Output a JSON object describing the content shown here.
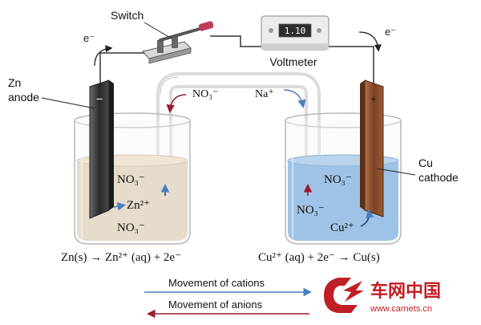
{
  "labels": {
    "switch": "Switch",
    "voltmeter": "Voltmeter",
    "voltage": "1.10",
    "electron_left": "e⁻",
    "electron_right": "e⁻",
    "zn_anode_line1": "Zn",
    "zn_anode_line2": "anode",
    "cu_cathode_line1": "Cu",
    "cu_cathode_line2": "cathode",
    "anode_sign": "−",
    "cathode_sign": "+",
    "bridge_nitrate": "NO₃⁻",
    "bridge_sodium": "Na⁺",
    "left_nitrate_top": "NO₃⁻",
    "left_zinc_ion": "Zn²⁺",
    "left_nitrate_bottom": "NO₃⁻",
    "right_nitrate_top": "NO₃⁻",
    "right_nitrate_bottom": "NO₃⁻",
    "right_copper_ion": "Cu²⁺"
  },
  "equations": {
    "anode": "Zn(s) → Zn²⁺ (aq) + 2e⁻",
    "cathode": "Cu²⁺ (aq) + 2e⁻ → Cu(s)"
  },
  "legend": {
    "cations": "Movement of cations",
    "anions": "Movement of anions"
  },
  "watermark": {
    "name": "车网中国",
    "url": "www.carnets.cn"
  },
  "colors": {
    "zinc_solution": "#e6dccb",
    "copper_solution": "#9fc3e6",
    "zinc_electrode": "#3d3d3d",
    "copper_electrode": "#8a5030",
    "cation_arrow": "#4a7fc1",
    "anion_arrow": "#9a1b2a",
    "watermark": "#c01e25"
  }
}
